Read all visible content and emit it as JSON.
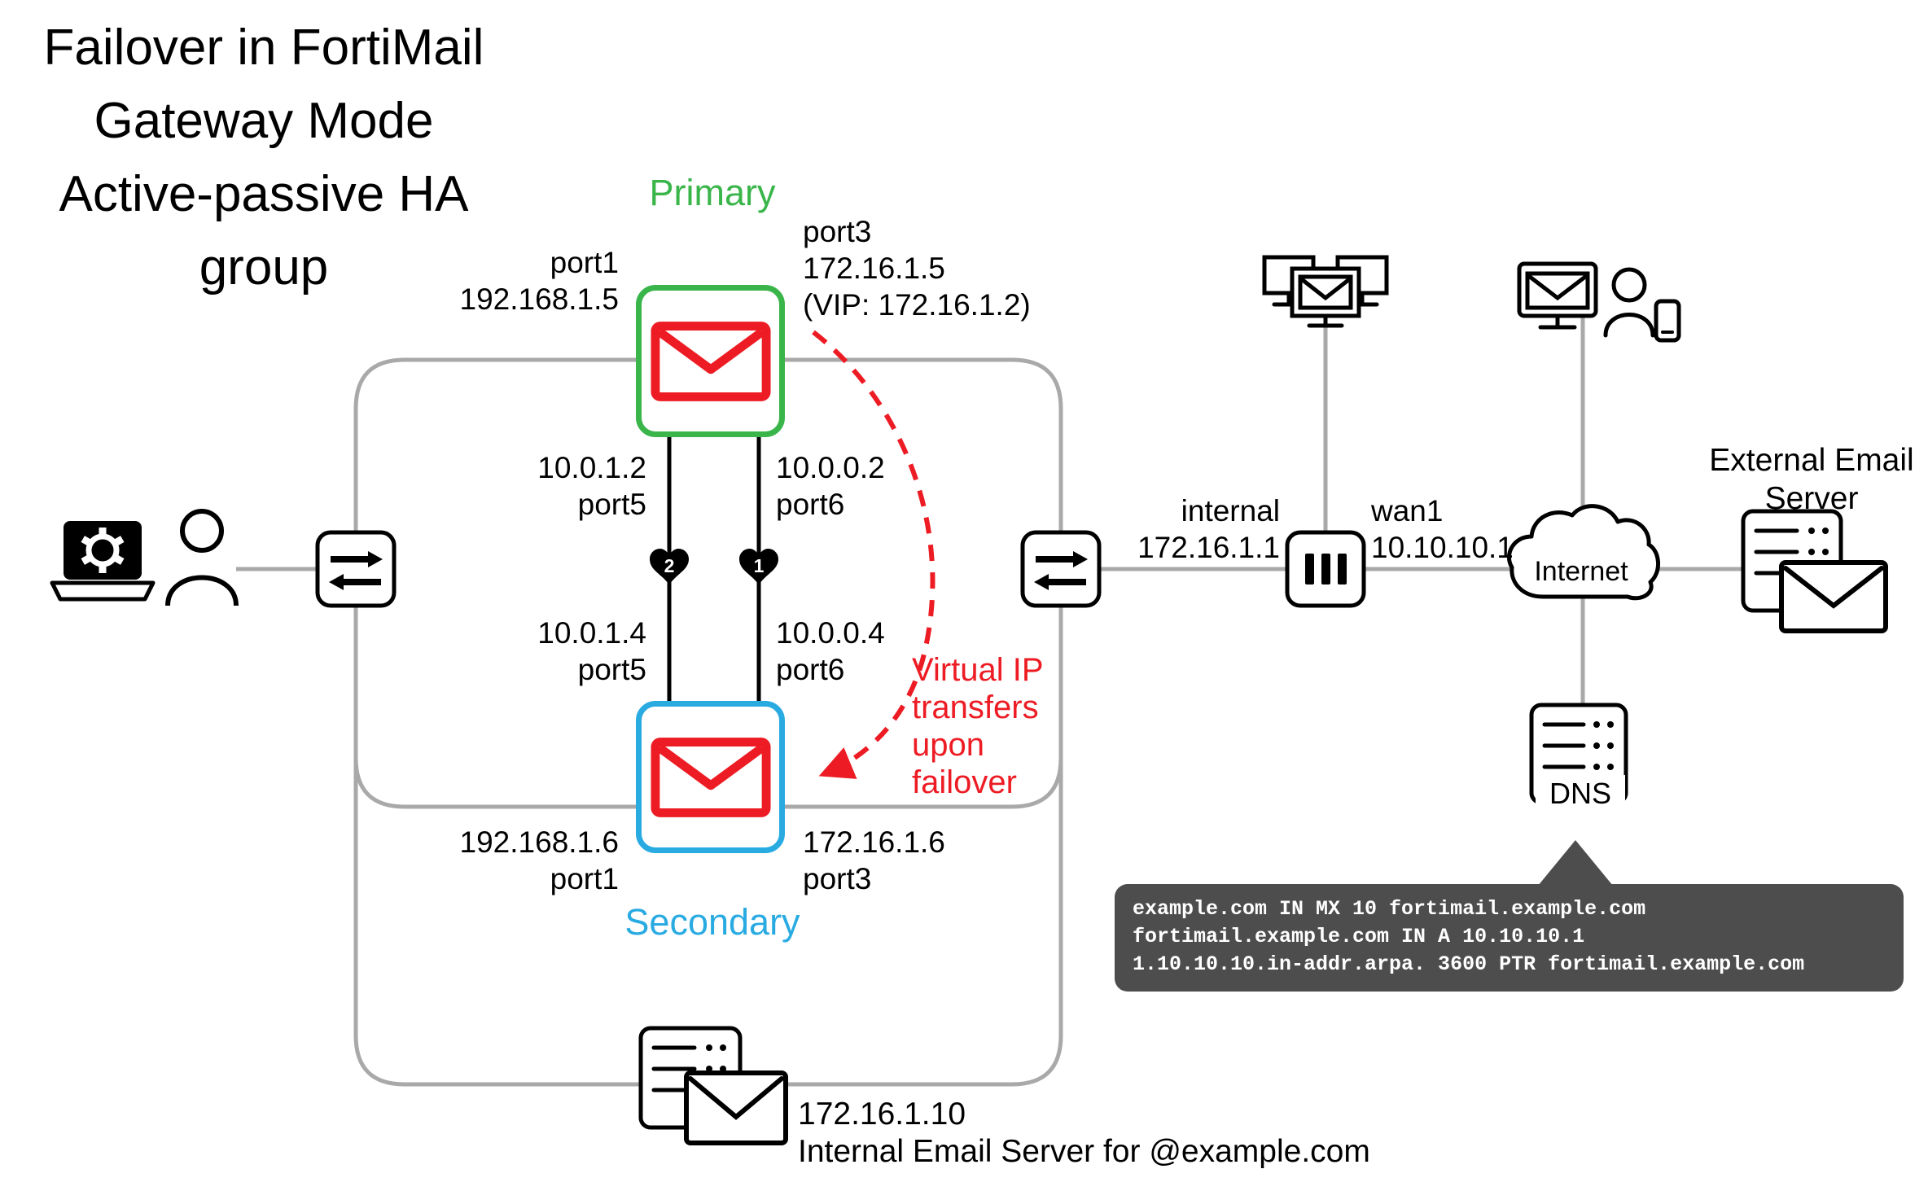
{
  "title": "Failover in FortiMail\nGateway Mode\nActive-passive HA\ngroup",
  "colors": {
    "green": "#39b54a",
    "cyan": "#29abe2",
    "red": "#ed1c24",
    "line_gray": "#a9a9a9",
    "tooltip_dark": "#4d4d4d"
  },
  "primary": {
    "label": "Primary",
    "left_ports": "port1\n192.168.1.5",
    "right_ports": "port3\n172.16.1.5\n(VIP: 172.16.1.2)"
  },
  "secondary": {
    "label": "Secondary",
    "left_ports": "192.168.1.6\nport1",
    "right_ports": "172.16.1.6\nport3"
  },
  "heartbeat": {
    "top_left": "10.0.1.2\nport5",
    "top_right": "10.0.0.2\nport6",
    "bottom_left": "10.0.1.4\nport5",
    "bottom_right": "10.0.0.4\nport6",
    "heart_left_num": "2",
    "heart_right_num": "1"
  },
  "failover_note": "Virtual IP\ntransfers\nupon\nfailover",
  "router": {
    "left_label": "internal\n172.16.1.1",
    "right_label": "wan1\n10.10.10.1"
  },
  "internet": {
    "label": "Internet"
  },
  "external_server": {
    "label": "External Email Server"
  },
  "dns": {
    "label": "DNS",
    "records": [
      "example.com IN MX 10 fortimail.example.com",
      "fortimail.example.com IN A 10.10.10.1",
      "1.10.10.10.in-addr.arpa. 3600 PTR fortimail.example.com"
    ]
  },
  "internal_server": {
    "ip": "172.16.1.10",
    "label": "Internal Email Server for @example.com"
  }
}
